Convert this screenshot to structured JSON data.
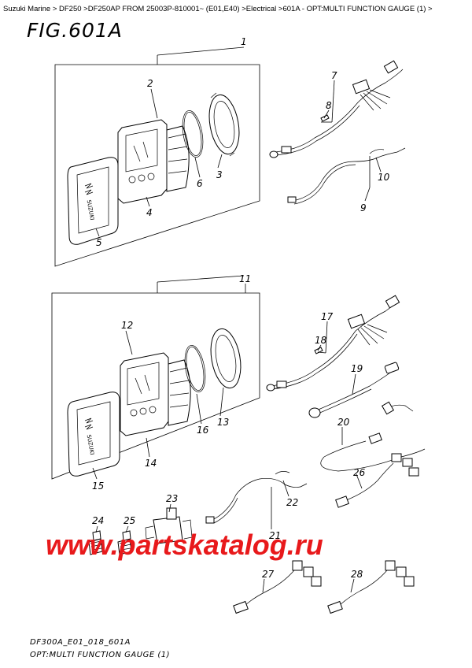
{
  "breadcrumb": {
    "text": "Suzuki Marine > DF250 >DF250AP FROM 25003P-810001~ (E01,E40) >Electrical >601A - OPT:MULTI FUNCTION GAUGE (1) >"
  },
  "figure": {
    "title": "FIG.601A",
    "code": "DF300A_E01_018_601A",
    "caption": "OPT:MULTI FUNCTION GAUGE (1)"
  },
  "watermark": "www.partskatalog.ru",
  "logo_text": "SUZUKI",
  "callouts": {
    "c1": "1",
    "c2": "2",
    "c3": "3",
    "c4": "4",
    "c5": "5",
    "c6": "6",
    "c7": "7",
    "c8": "8",
    "c9": "9",
    "c10": "10",
    "c11": "11",
    "c12": "12",
    "c13": "13",
    "c14": "14",
    "c15": "15",
    "c16": "16",
    "c17": "17",
    "c18": "18",
    "c19": "19",
    "c20": "20",
    "c21": "21",
    "c22": "22",
    "c23": "23",
    "c24": "24",
    "c25": "25",
    "c26": "26",
    "c27": "27",
    "c28": "28"
  },
  "colors": {
    "watermark": "#e8191b",
    "line": "#000000"
  }
}
